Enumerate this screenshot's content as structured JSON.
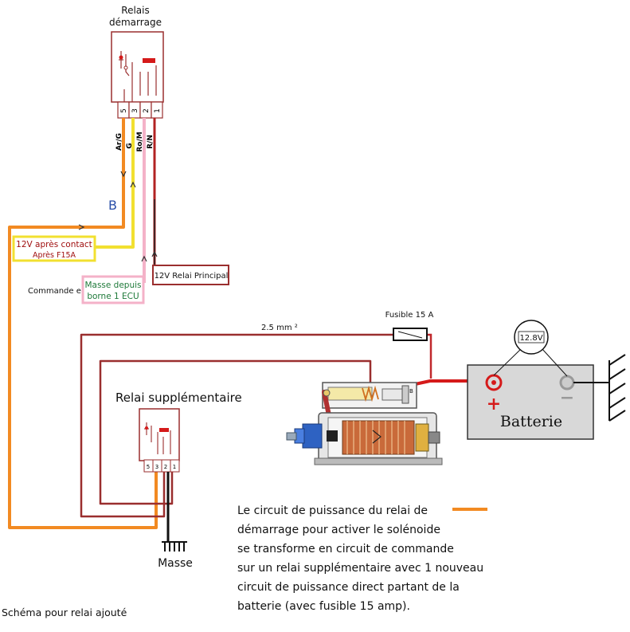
{
  "relay_main": {
    "title_line1": "Relais",
    "title_line2": "démarrage",
    "pins": [
      "5",
      "3",
      "2",
      "1"
    ],
    "wire_codes": [
      "Ar/G",
      "G",
      "Ro/M",
      "R/N"
    ]
  },
  "marker_b": "B",
  "label_12v_contact_line1": "12V après contact",
  "label_12v_contact_line2": "Après F15A",
  "label_commande": "Commande ecu",
  "label_masse_ecu_line1": "Masse depuis",
  "label_masse_ecu_line2": "borne 1 ECU",
  "label_12v_principal": "12V Relai Principal",
  "label_fuse": "Fusible 15 A",
  "label_cable": "2.5 mm ²",
  "voltmeter_value": "12.8V",
  "battery": {
    "label": "Batterie",
    "plus": "+",
    "minus": "−"
  },
  "relay_extra": {
    "title": "Relai supplémentaire",
    "pins": [
      "5",
      "3",
      "2",
      "1"
    ]
  },
  "solenoid_terminal": "B",
  "ground_label": "Masse",
  "description_lines": [
    "Le circuit de puissance du relai de",
    "démarrage pour activer le solénoide",
    "se transforme en circuit de commande",
    "sur un relai supplémentaire avec 1 nouveau",
    "circuit de puissance direct partant de la",
    "batterie (avec fusible 15 amp)."
  ],
  "caption": "Schéma pour relai ajouté",
  "colors": {
    "orange_wire": "#f28a22",
    "yellow_wire": "#f2e030",
    "pink_wire": "#f4b2c8",
    "dark_red_wire": "#9a2e2e",
    "red_wire": "#d51a1a",
    "battery_body": "#d8d8d8",
    "ecu_green_text": "#1f7a3a",
    "blue_marker": "#2a4fa8"
  }
}
